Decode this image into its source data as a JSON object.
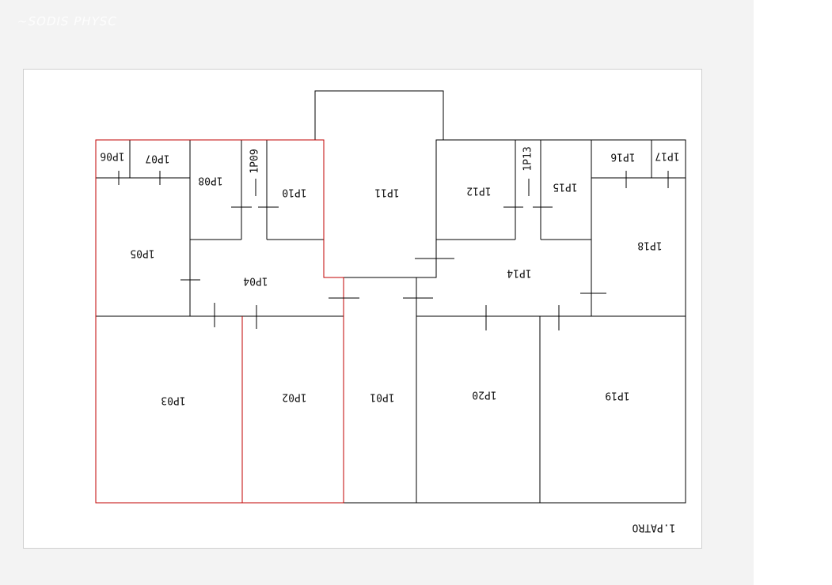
{
  "viewer": {
    "title": "~SODIS PHYSC"
  },
  "drawing": {
    "floor_label": "1.PATRO",
    "colors": {
      "wall": "#000000",
      "highlight": "#c00000",
      "sheet_border": "#cfcfcf"
    },
    "rooms": [
      {
        "id": "1P01",
        "label": "1P01",
        "orientation": "upside-down"
      },
      {
        "id": "1P02",
        "label": "1P02",
        "orientation": "upside-down"
      },
      {
        "id": "1P03",
        "label": "1P03",
        "orientation": "upside-down"
      },
      {
        "id": "1P04",
        "label": "1P04",
        "orientation": "upside-down"
      },
      {
        "id": "1P05",
        "label": "1P05",
        "orientation": "upside-down"
      },
      {
        "id": "1P06",
        "label": "1P06",
        "orientation": "upside-down"
      },
      {
        "id": "1P07",
        "label": "1P07",
        "orientation": "upside-down"
      },
      {
        "id": "1P08",
        "label": "1P08",
        "orientation": "upside-down"
      },
      {
        "id": "1P09",
        "label": "1P09",
        "orientation": "vertical"
      },
      {
        "id": "1P10",
        "label": "1P10",
        "orientation": "upside-down"
      },
      {
        "id": "1P11",
        "label": "1P11",
        "orientation": "upside-down"
      },
      {
        "id": "1P12",
        "label": "1P12",
        "orientation": "upside-down"
      },
      {
        "id": "1P13",
        "label": "1P13",
        "orientation": "vertical"
      },
      {
        "id": "1P14",
        "label": "1P14",
        "orientation": "upside-down"
      },
      {
        "id": "1P15",
        "label": "1P15",
        "orientation": "upside-down"
      },
      {
        "id": "1P16",
        "label": "1P16",
        "orientation": "upside-down"
      },
      {
        "id": "1P17",
        "label": "1P17",
        "orientation": "upside-down"
      },
      {
        "id": "1P18",
        "label": "1P18",
        "orientation": "upside-down"
      },
      {
        "id": "1P19",
        "label": "1P19",
        "orientation": "upside-down"
      },
      {
        "id": "1P20",
        "label": "1P20",
        "orientation": "upside-down"
      }
    ],
    "highlighted_rooms": [
      "1P02",
      "1P03",
      "1P05",
      "1P06",
      "1P09",
      "1P10"
    ]
  }
}
